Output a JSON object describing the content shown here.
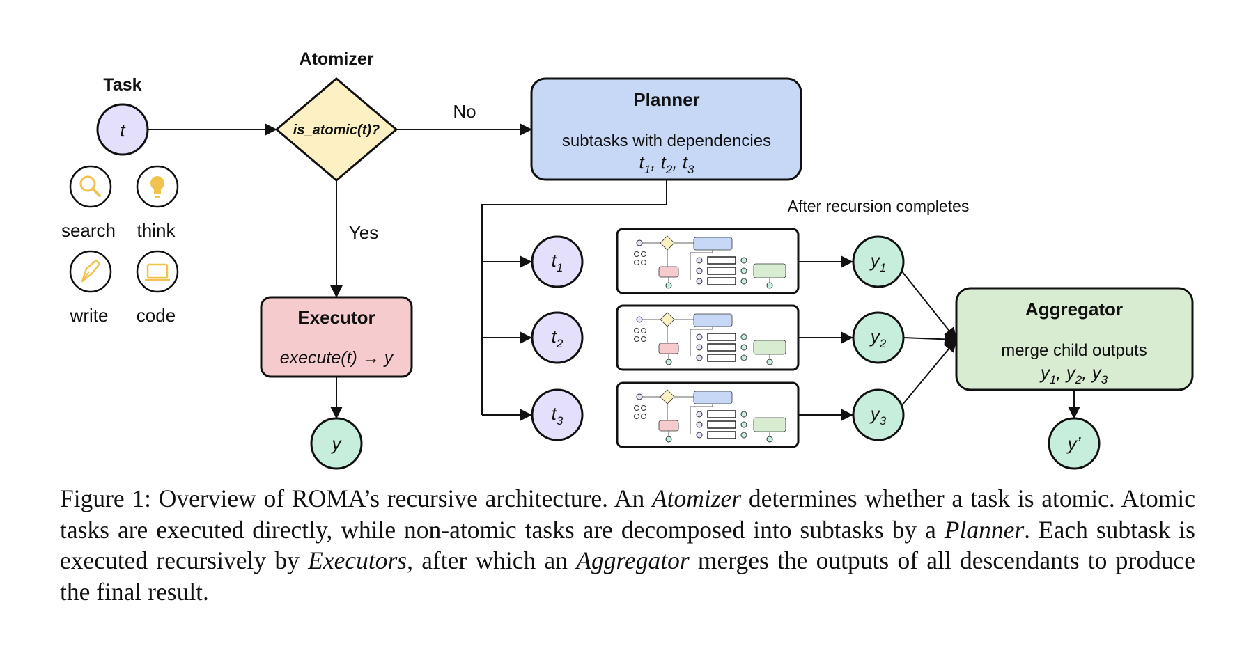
{
  "diagram": {
    "task": {
      "title": "Task",
      "symbol": "t"
    },
    "tools": [
      {
        "label": "search",
        "icon": "magnifier-icon"
      },
      {
        "label": "think",
        "icon": "lightbulb-icon"
      },
      {
        "label": "write",
        "icon": "pen-nib-icon"
      },
      {
        "label": "code",
        "icon": "laptop-icon"
      }
    ],
    "atomizer": {
      "title": "Atomizer",
      "question": "is_atomic(t)?"
    },
    "branch_no": "No",
    "branch_yes": "Yes",
    "planner": {
      "title": "Planner",
      "subtitle": "subtasks with dependencies",
      "outputs": [
        "t",
        "1",
        "t",
        "2",
        "t",
        "3"
      ]
    },
    "executor": {
      "title": "Executor",
      "formula": "execute(t) → y",
      "output": "y"
    },
    "recursion_note": "After recursion completes",
    "subtasks": [
      {
        "symbol": "t",
        "sub": "1",
        "result_symbol": "y",
        "result_sub": "1"
      },
      {
        "symbol": "t",
        "sub": "2",
        "result_symbol": "y",
        "result_sub": "2"
      },
      {
        "symbol": "t",
        "sub": "3",
        "result_symbol": "y",
        "result_sub": "3"
      }
    ],
    "aggregator": {
      "title": "Aggregator",
      "subtitle": "merge child outputs",
      "outputs": [
        "y",
        "1",
        "y",
        "2",
        "y",
        "3"
      ],
      "final": "y’"
    },
    "colors": {
      "task_node": "#e4dffb",
      "result_node": "#c7eedc",
      "decision": "#fdf0c2",
      "planner": "#c7d8f6",
      "executor": "#f6cbcd",
      "aggregator": "#d8ecd2",
      "icon_accent": "#f2c14e"
    }
  },
  "caption": {
    "lead": "Figure 1: Overview of ROMA’s recursive architecture. An ",
    "term1": "Atomizer",
    "text2": " determines whether a task is atomic. Atomic tasks are executed directly, while non-atomic tasks are decomposed into subtasks by a ",
    "term2": "Planner",
    "text3": ". Each subtask is executed recursively by ",
    "term3": "Executors",
    "text4": ", after which an ",
    "term4": "Aggregator",
    "text5": " merges the outputs of all descendants to produce the final result."
  }
}
